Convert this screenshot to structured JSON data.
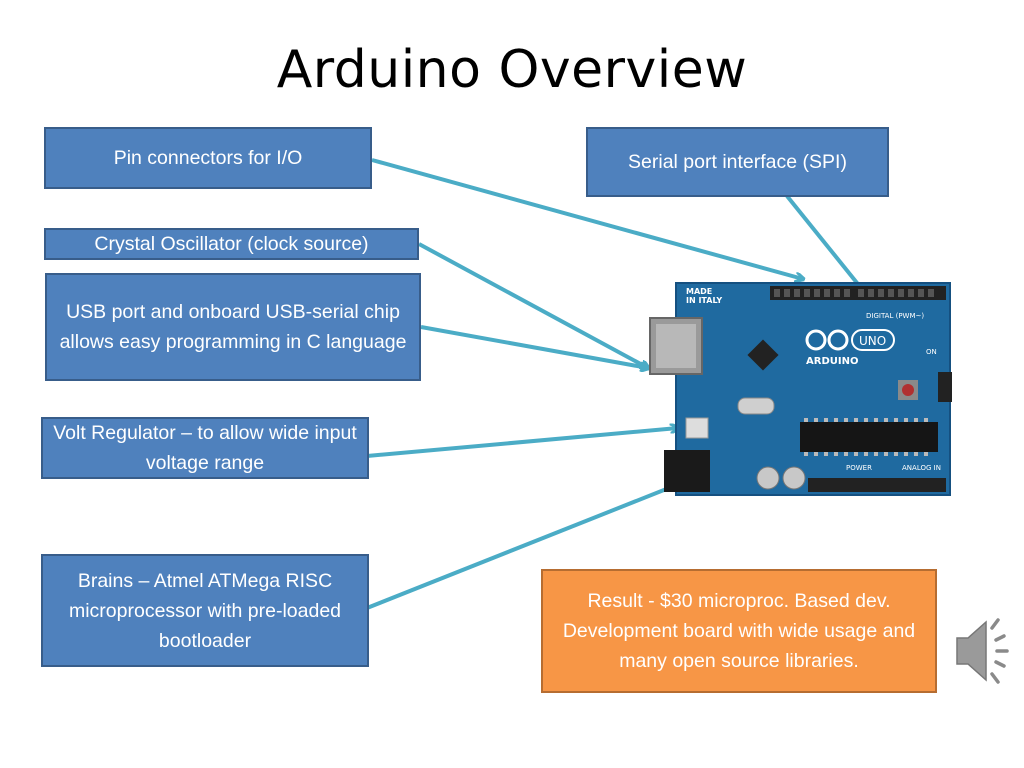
{
  "title": "Arduino Overview",
  "callouts": {
    "pin_connectors": "Pin connectors for I/O",
    "serial_port": "Serial port interface (SPI)",
    "crystal": "Crystal Oscillator (clock source)",
    "usb": "USB port and onboard USB-serial chip allows easy programming in C language",
    "volt_regulator": "Volt Regulator – to allow wide input voltage range",
    "brains": "Brains – Atmel ATMega RISC microprocessor with pre-loaded bootloader",
    "result": "Result - $30 microproc. Based dev. Development board with wide usage and many open source libraries."
  },
  "board": {
    "made_in": "MADE",
    "italy": "IN ITALY",
    "brand": "ARDUINO",
    "model": "UNO",
    "digital": "DIGITAL (PWM~)",
    "power": "POWER",
    "analog": "ANALOG IN",
    "on": "ON"
  },
  "colors": {
    "callout_fill": "#4f81bd",
    "callout_border": "#385d8a",
    "result_fill": "#f79646",
    "arrow": "#4bacc6",
    "board": "#1f6aa0"
  },
  "icons": {
    "speaker": "speaker-icon"
  }
}
